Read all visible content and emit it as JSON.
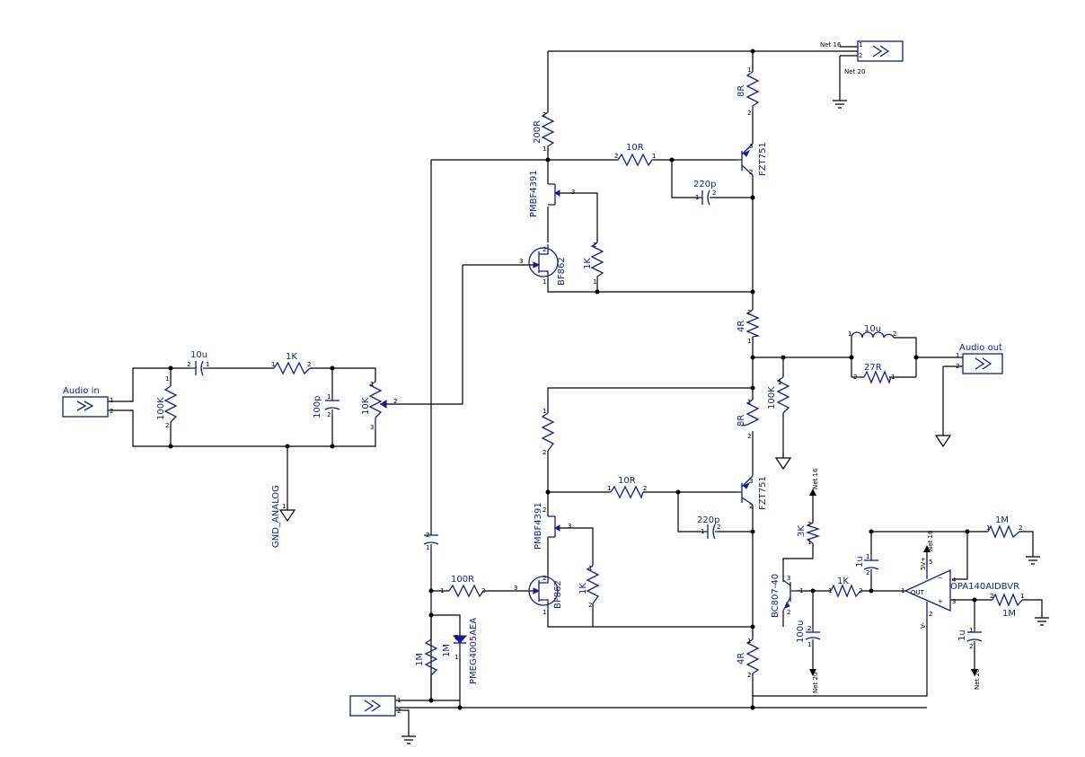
{
  "connectors": {
    "audio_in": "Audio in",
    "audio_out": "Audio out"
  },
  "nets": {
    "net16_top": "Net 16",
    "net20_top": "Net 20",
    "net16_mid": "Net 16",
    "net16_op": "Net 16",
    "net20_cap": "Net 20",
    "net20_cap2": "Net 20",
    "gnd_analog": "GND_ANALOG",
    "vplus": "5V+",
    "vminus": "V-"
  },
  "components": {
    "r_200": "200R",
    "r_8_top": "8R",
    "r_10_top": "10R",
    "q_fzt_top": "FZT751",
    "c_220_top": "220p",
    "q_pmbf_top": "PMBF4391",
    "q_bf862_top": "BF862",
    "r_1k_top": "1K",
    "r_4_top": "4R",
    "l_10u": "10u",
    "r_27": "27R",
    "r_100k_out": "100K",
    "c_10u_in": "10u",
    "r_1k_in": "1K",
    "r_100k_in": "100K",
    "c_100p": "100p",
    "pot_10k": "10K",
    "r_8_bot": "8R",
    "r_10_bot": "10R",
    "q_fzt_bot": "FZT751",
    "c_220_bot": "220p",
    "q_pmbf_bot": "PMBF4391",
    "q_bf862_bot": "BF862",
    "r_1k_bot": "1K",
    "r_100_bot": "100R",
    "r_1m_a": "1M",
    "r_1m_b": "1M",
    "d_pmeg": "PMEG4005AEA",
    "r_4_bot": "4R",
    "r_3k": "3K",
    "q_bc807": "BC807-40",
    "c_100u": "100u",
    "r_1k_op": "1K",
    "c_1u_op": "1u",
    "r_1m_op": "1M",
    "opamp": "OPA140AIDBVR",
    "opamp_out": "OUT",
    "r_1m_op2": "1M",
    "c_1u_op2": "1u"
  },
  "pins": {
    "p1": "1",
    "p2": "2",
    "p3": "3",
    "p4": "4",
    "p5": "5",
    "minus": "−",
    "plus": "+"
  }
}
